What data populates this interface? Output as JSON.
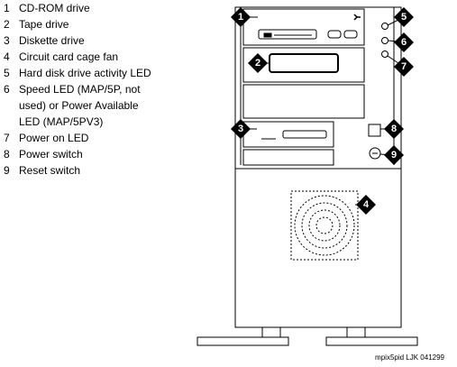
{
  "legend": [
    {
      "num": "1",
      "lines": [
        "CD-ROM drive"
      ]
    },
    {
      "num": "2",
      "lines": [
        "Tape drive"
      ]
    },
    {
      "num": "3",
      "lines": [
        "Diskette drive"
      ]
    },
    {
      "num": "4",
      "lines": [
        "Circuit card cage fan"
      ]
    },
    {
      "num": "5",
      "lines": [
        "Hard disk drive activity LED"
      ]
    },
    {
      "num": "6",
      "lines": [
        "Speed LED (MAP/5P, not",
        "used) or Power Available",
        "LED (MAP/5PV3)"
      ]
    },
    {
      "num": "7",
      "lines": [
        "Power on LED"
      ]
    },
    {
      "num": "8",
      "lines": [
        "Power switch"
      ]
    },
    {
      "num": "9",
      "lines": [
        "Reset switch"
      ]
    }
  ],
  "callouts": [
    "1",
    "2",
    "3",
    "4",
    "5",
    "6",
    "7",
    "8",
    "9"
  ],
  "caption": "mpix5pid LJK 041299",
  "colors": {
    "line": "#000000",
    "background": "#ffffff",
    "callout_fill": "#000000",
    "callout_text": "#ffffff"
  }
}
